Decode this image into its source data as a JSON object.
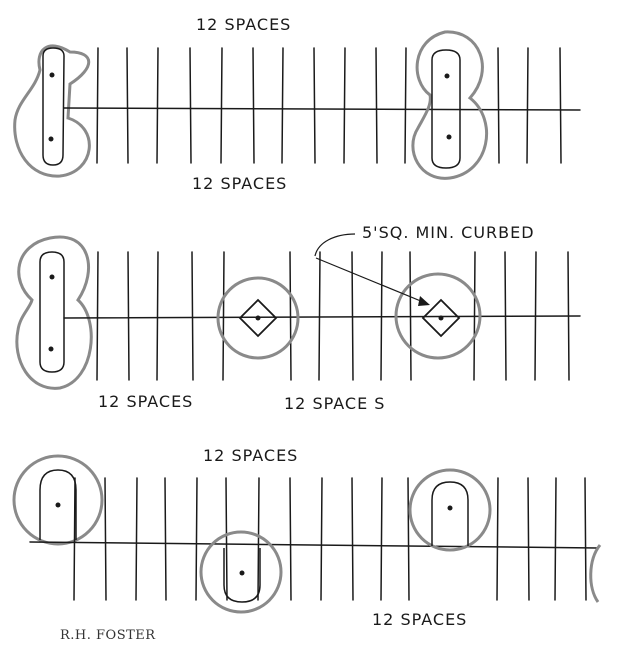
{
  "labels": {
    "row1_top": "12 SPACES",
    "row1_bottom": "12 SPACES",
    "row2_callout": "5'SQ. MIN. CURBED",
    "row2_left": "12 SPACES",
    "row2_right": "12 SPACE S",
    "row3_top": "12 SPACES",
    "row3_bottom": "12 SPACES"
  },
  "signature": "R.H. FOSTER",
  "colors": {
    "ink": "#1a1a1a",
    "tree_circle": "#8a8a8a"
  }
}
